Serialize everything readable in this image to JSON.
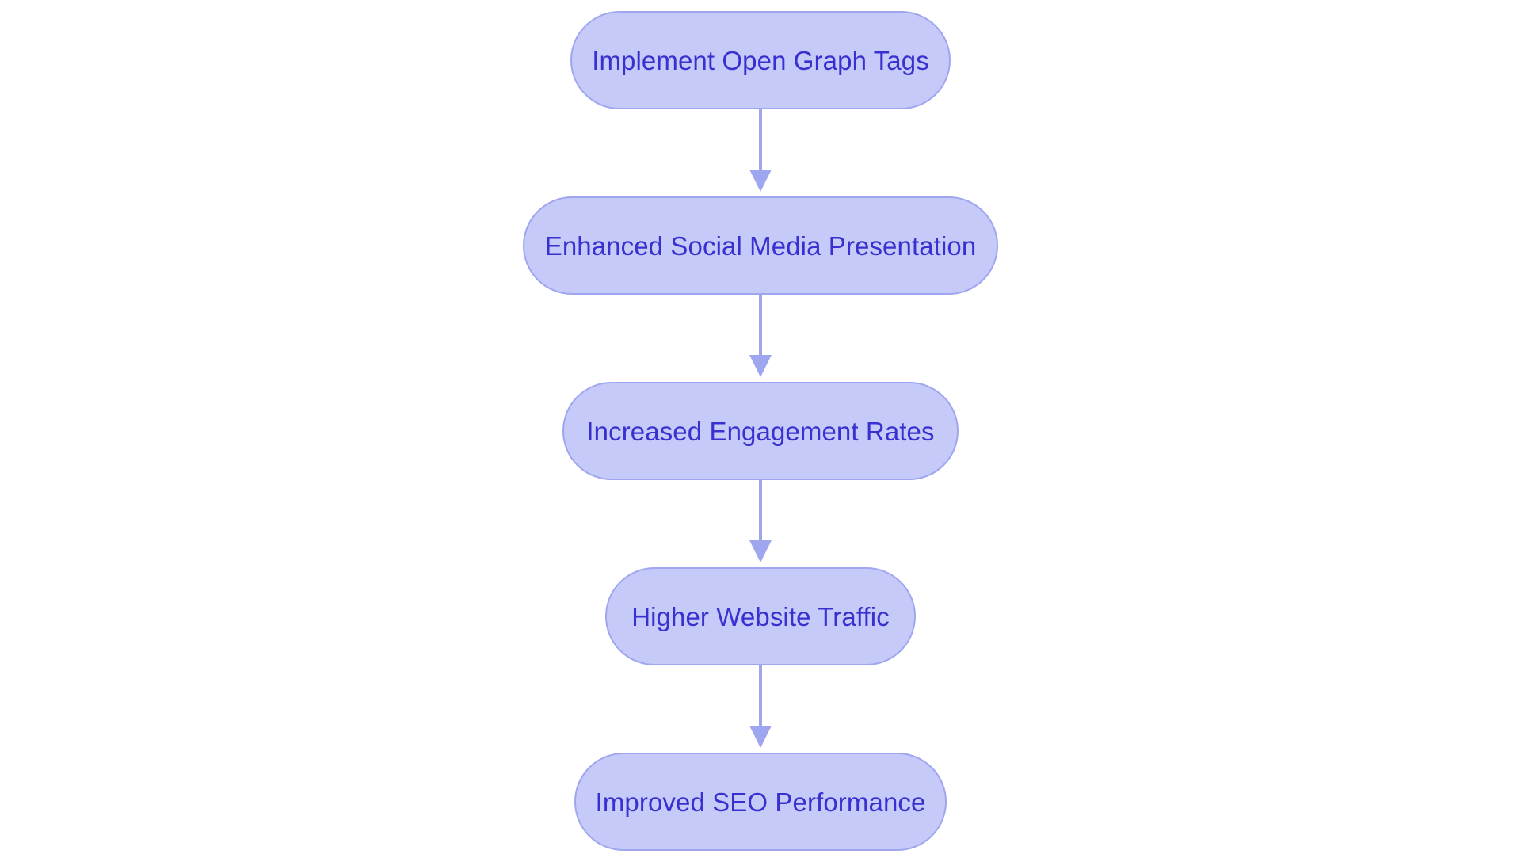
{
  "diagram": {
    "type": "flowchart",
    "orientation": "top-to-bottom",
    "background_color": "#ffffff",
    "node_fill_color": "#c5caf8",
    "node_border_color": "#9fa6f0",
    "node_text_color": "#3a30d0",
    "arrow_color": "#9fa6f0",
    "nodes": [
      {
        "id": "n1",
        "label": "Implement Open Graph Tags"
      },
      {
        "id": "n2",
        "label": "Enhanced Social Media Presentation"
      },
      {
        "id": "n3",
        "label": "Increased Engagement Rates"
      },
      {
        "id": "n4",
        "label": "Higher Website Traffic"
      },
      {
        "id": "n5",
        "label": "Improved SEO Performance"
      }
    ],
    "edges": [
      {
        "from": "n1",
        "to": "n2",
        "label": ""
      },
      {
        "from": "n2",
        "to": "n3",
        "label": ""
      },
      {
        "from": "n3",
        "to": "n4",
        "label": ""
      },
      {
        "from": "n4",
        "to": "n5",
        "label": ""
      }
    ]
  }
}
